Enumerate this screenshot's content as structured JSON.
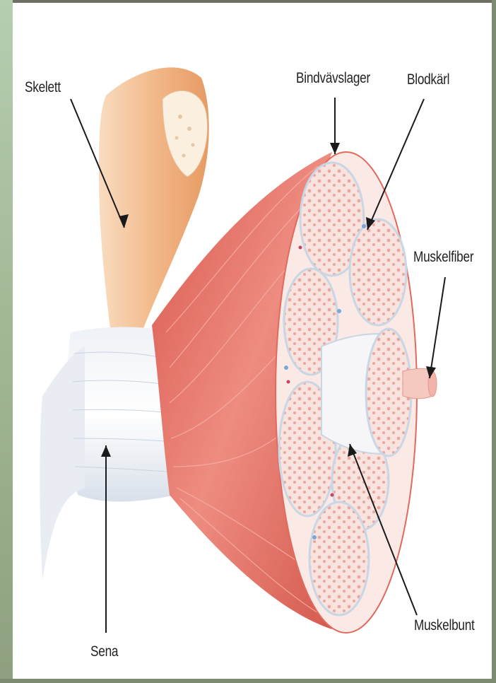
{
  "labels": {
    "skelett": "Skelett",
    "bindvavslager": "Bindvävslager",
    "blodkarl": "Blodkärl",
    "muskelfiber": "Muskelfiber",
    "sena": "Sena",
    "muskelbunt": "Muskelbunt"
  },
  "colors": {
    "muscle": "#e0685c",
    "bone": "#f2b98a",
    "tendon": "#f6f6f6",
    "fascicle": "#f7d8d4",
    "frame": "#a3b996"
  }
}
